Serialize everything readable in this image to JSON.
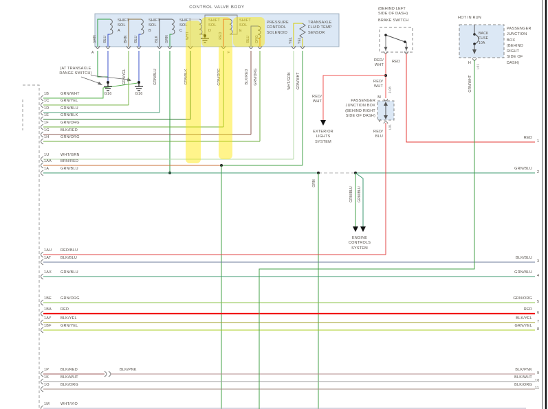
{
  "title": "CONTROL VALVE BODY",
  "cvb": {
    "sol_a": "SHIFT\nSOL\nA",
    "sol_b": "SHIFT\nSOL\nB",
    "sol_c": "SHIFT\nSOL\nC",
    "sol_d": "SHIFT\nSOL\nD",
    "sol_e": "SHIFT\nSOL\nE",
    "pcs": "PRESSURE\nCONTROL\nSOLENOID",
    "tfts": "TRANSAXLE\nFLUID TEMP\nSENSOR",
    "pin_a": "A",
    "pin_f": "F",
    "terminals": [
      "GRN",
      "BLU",
      "BRN",
      "BLU",
      "BLK",
      "GRN",
      "WHT",
      "RED",
      "BLU",
      "ORG",
      "YEL",
      "YEL"
    ]
  },
  "wire_labels": {
    "grn_yel": "GRN/YEL",
    "grn_blu": "GRN/BLU",
    "grn_blk": "GRN/BLK",
    "grn_org": "GRN/ORG",
    "blk_red": "BLK/RED",
    "grn_org2": "GRN/ORG",
    "wht_grn": "WHT/GRN",
    "grn_wht": "GRN/WHT",
    "grn": "GRN",
    "grn_blu_ec1": "GRN/BLU",
    "grn_blu_ec2": "GRN/BLU",
    "grn_wht_fuse": "GRN/WHT",
    "blk_pnk": "BLK/PNK"
  },
  "range_switch_note": "(AT TRANSAXLE\nRANGE SWITCH)",
  "grounds": {
    "g1": "G16",
    "g2": "G16"
  },
  "left_pins": [
    {
      "pin": "1B",
      "wire": "GRN/WHT"
    },
    {
      "pin": "1C",
      "wire": "GRN/YEL"
    },
    {
      "pin": "1D",
      "wire": "GRN/BLU"
    },
    {
      "pin": "1E",
      "wire": "GRN/BLK"
    },
    {
      "pin": "1F",
      "wire": "GRN/ORG"
    },
    {
      "pin": "1G",
      "wire": "BLK/RED"
    },
    {
      "pin": "1H",
      "wire": "GRN/ORG"
    },
    {
      "pin": "1U",
      "wire": "WHT/GRN"
    },
    {
      "pin": "1AA",
      "wire": "BRN/RED"
    },
    {
      "pin": "1A",
      "wire": "GRN/BLU"
    },
    {
      "pin": "1AU",
      "wire": "RED/BLU"
    },
    {
      "pin": "1AT",
      "wire": "BLK/BLU"
    },
    {
      "pin": "1AX",
      "wire": "GRN/BLU"
    },
    {
      "pin": "1BE",
      "wire": "GRN/ORG"
    },
    {
      "pin": "1BA",
      "wire": "RED"
    },
    {
      "pin": "1AY",
      "wire": "BLK/YEL"
    },
    {
      "pin": "1BF",
      "wire": "GRN/YEL"
    },
    {
      "pin": "1P",
      "wire": "BLK/RED"
    },
    {
      "pin": "1K",
      "wire": "BLK/WHT"
    },
    {
      "pin": "1O",
      "wire": "BLK/ORG"
    },
    {
      "pin": "1M",
      "wire": "WHT/VIO"
    }
  ],
  "right_edge": [
    {
      "wire": "RED",
      "num": "1"
    },
    {
      "wire": "GRN/BLU",
      "num": "2"
    },
    {
      "wire": "BLK/BLU",
      "num": "3"
    },
    {
      "wire": "GRN/BLU",
      "num": "4"
    },
    {
      "wire": "GRN/ORG",
      "num": "5"
    },
    {
      "wire": "RED",
      "num": "6"
    },
    {
      "wire": "BLK/YEL",
      "num": "7"
    },
    {
      "wire": "GRN/YEL",
      "num": "8"
    },
    {
      "wire": "BLK/PNK",
      "num": "9"
    },
    {
      "wire": "BLK/WHT",
      "num": "10"
    },
    {
      "wire": "BLK/ORG",
      "num": "11"
    }
  ],
  "systems": {
    "engine_controls": "ENGINE\nCONTROLS\nSYSTEM",
    "exterior_lights": "EXTERIOR\nLIGHTS\nSYSTEM",
    "ext_wire": "RED/\nWHT"
  },
  "brake_switch": {
    "note": "(BEHIND LEFT\nSIDE OF DASH)",
    "title": "BRAKE SWITCH",
    "left_wire": "RED/\nWHT",
    "right_wire": "RED"
  },
  "junction_box": {
    "label": "PASSENGER\nJUNCTION BOX\n(BEHIND RIGHT\nSIDE OF DASH)",
    "top_wire": "RED/\nWHT",
    "m": "M",
    "v": "V",
    "conn_top": "J-08",
    "conn_bottom": "L01",
    "bottom_wire": "RED/\nBLU"
  },
  "fuse_box": {
    "hot": "HOT IN RUN",
    "fuse": "BACK\nFUSE\n10A",
    "pin": "H",
    "conn": "L01",
    "wire": "GRN/WHT",
    "label": "PASSENGER\nJUNCTION\nBOX\n(BEHIND\nRIGHT\nSIDE OF\nDASH)"
  },
  "colors": {
    "highlight": "#ffe800",
    "box_fill": "#dce8f5"
  }
}
